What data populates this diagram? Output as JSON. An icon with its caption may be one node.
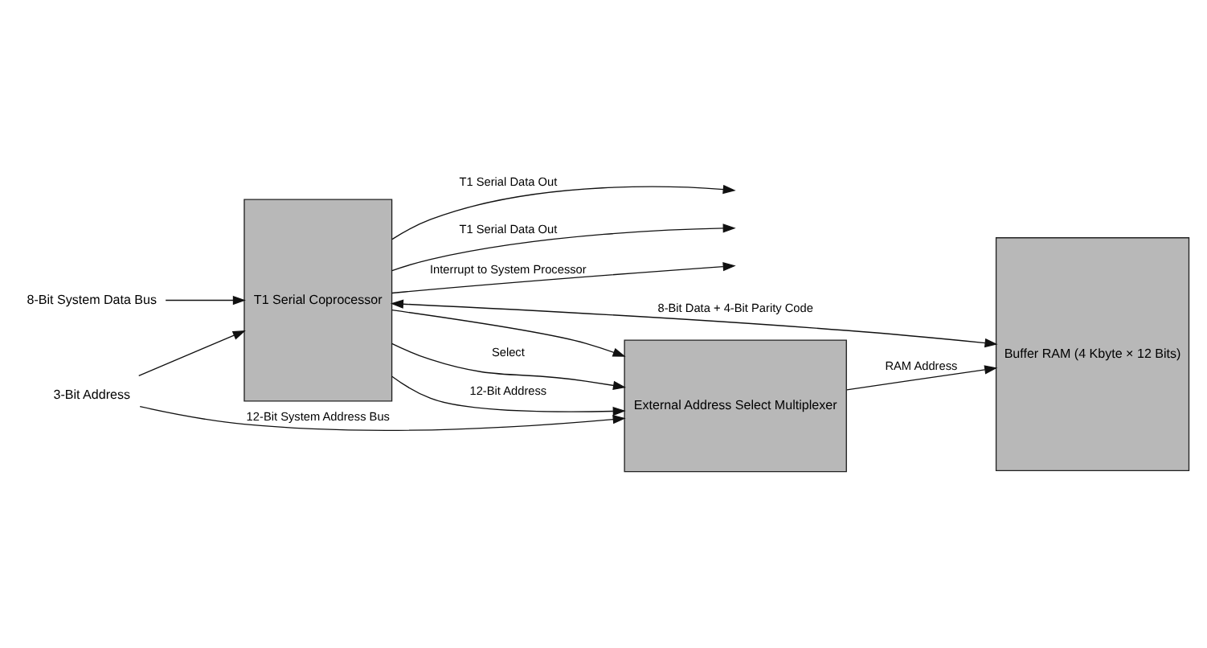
{
  "diagram": {
    "nodes": [
      {
        "text": [
          "8-Bit System Data Bus"
        ]
      },
      {
        "text": [
          "T1 Serial Coprocessor"
        ]
      },
      {
        "text": [
          "3-Bit Address"
        ]
      },
      {
        "text": [
          "External Address Select Multiplexer"
        ]
      },
      {
        "text": [
          "Buffer RAM (4 Kbyte × 12 Bits)"
        ]
      }
    ],
    "edges": [
      {
        "from": 0,
        "to": 1,
        "arrow": "to"
      },
      {
        "from": 2,
        "to": 1,
        "arrow": "to"
      },
      {
        "from": 1,
        "to": null,
        "arrow": "to",
        "label": "T1 Serial Data Out"
      },
      {
        "from": 1,
        "to": null,
        "arrow": "to",
        "label": "T1 Serial Data Out"
      },
      {
        "from": 1,
        "to": null,
        "arrow": "to",
        "label": "Interrupt to System Processor"
      },
      {
        "from": 1,
        "to": 4,
        "arrow": "both",
        "label": "8-Bit Data + 4-Bit Parity Code"
      },
      {
        "from": 1,
        "to": 3,
        "arrow": "to"
      },
      {
        "from": 1,
        "to": 3,
        "arrow": "to",
        "label": "Select"
      },
      {
        "from": 1,
        "to": 3,
        "arrow": "to",
        "label": "12-Bit Address"
      },
      {
        "from": 2,
        "to": 3,
        "arrow": "to",
        "label": "12-Bit System Address Bus"
      },
      {
        "from": 3,
        "to": 4,
        "arrow": "to",
        "label": "RAM Address"
      }
    ]
  }
}
